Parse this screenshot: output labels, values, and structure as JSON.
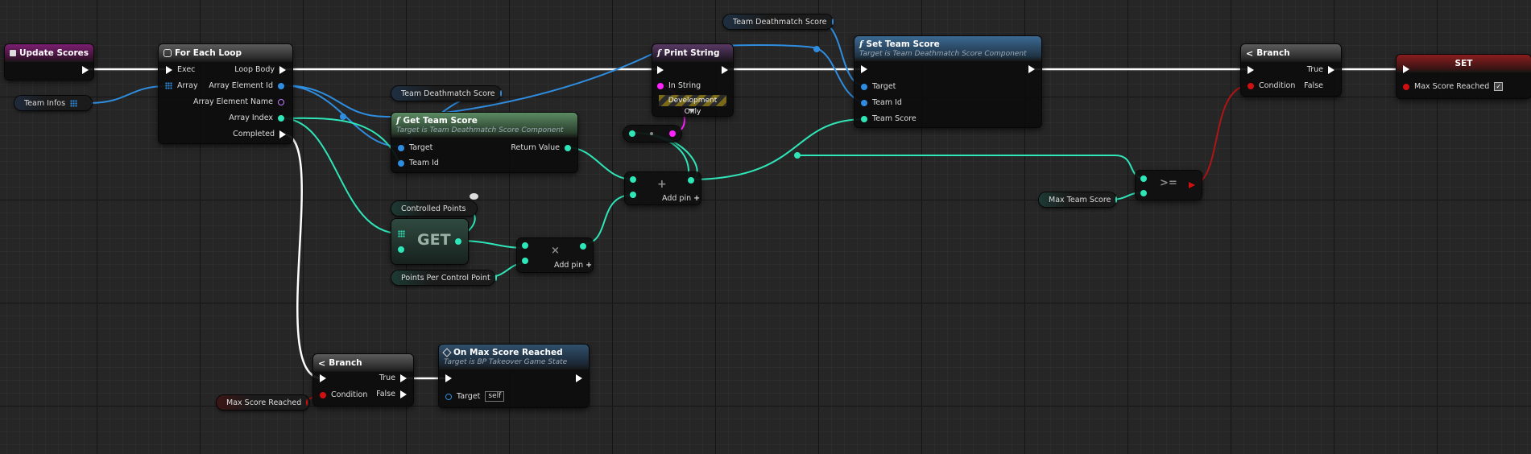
{
  "nodes": {
    "update_scores": {
      "title": "Update Scores"
    },
    "for_each_loop": {
      "title": "For Each Loop",
      "exec": "Exec",
      "array": "Array",
      "loop_body": "Loop Body",
      "element_id": "Array Element Id",
      "element_name": "Array Element Name",
      "index": "Array Index",
      "completed": "Completed"
    },
    "print_string": {
      "title": "Print String",
      "in_string": "In String",
      "dev_only": "Development Only"
    },
    "set_team_score": {
      "title": "Set Team Score",
      "subtitle": "Target is Team Deathmatch Score Component",
      "target": "Target",
      "team_id": "Team Id",
      "team_score": "Team Score"
    },
    "get_team_score": {
      "title": "Get Team Score",
      "subtitle": "Target is Team Deathmatch Score Component",
      "target": "Target",
      "team_id": "Team Id",
      "return_value": "Return Value"
    },
    "branch_top": {
      "title": "Branch",
      "condition": "Condition",
      "true_label": "True",
      "false_label": "False"
    },
    "set_node": {
      "title": "SET",
      "max_score_reached": "Max Score Reached"
    },
    "add_node": {
      "add_pin": "Add pin"
    },
    "multiply_node": {
      "symbol": "×",
      "add_pin": "Add pin"
    },
    "get_array": {
      "label": "GET"
    },
    "compare": {
      "symbol": ">="
    },
    "branch_bottom": {
      "title": "Branch",
      "condition": "Condition",
      "true_label": "True",
      "false_label": "False"
    },
    "on_max_score": {
      "title": "On Max Score Reached",
      "subtitle": "Target is BP Takeover Game State",
      "target": "Target",
      "self": "self"
    }
  },
  "variables": {
    "team_infos": "Team Infos",
    "tds_top": "Team Deathmatch Score",
    "tds_mid": "Team Deathmatch Score",
    "controlled_points": "Controlled Points",
    "points_per_cp": "Points Per Control Point",
    "max_team_score": "Max Team Score",
    "max_score_reached": "Max Score Reached"
  },
  "colors": {
    "exec": "#ffffff",
    "integer": "#2ee6b8",
    "object": "#2f8de0",
    "string": "#ff22ff",
    "name": "#c080ff",
    "boolean": "#d01010",
    "event_header": "#7c1f71"
  }
}
